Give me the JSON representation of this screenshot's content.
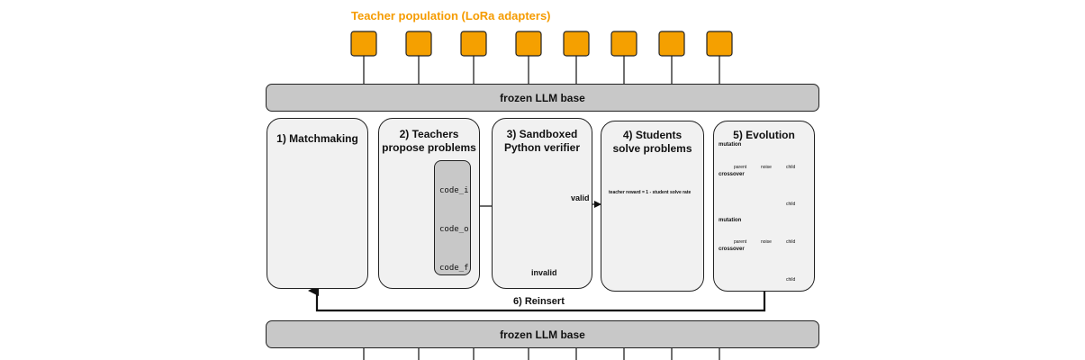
{
  "population_title": "Teacher population (LoRa adapters)",
  "frozen_base_top": "frozen LLM base",
  "frozen_base_bottom": "frozen LLM base",
  "stages": {
    "matchmaking": "1) Matchmaking",
    "teachers_line1": "2) Teachers",
    "teachers_line2": "propose problems",
    "verifier_line1": "3) Sandboxed",
    "verifier_line2": "Python verifier",
    "students_line1": "4) Students",
    "students_line2": "solve problems",
    "evolution": "5) Evolution"
  },
  "code_labels": [
    "code_i",
    "code_o",
    "code_f"
  ],
  "code_icon_glyph": "</>",
  "terminal_glyph": ">_",
  "valid_label": "valid",
  "invalid_label": "invalid",
  "reward_label": "teacher reward = 1 - student solve rate",
  "evolution": {
    "mutation": "mutation",
    "crossover": "crossover",
    "parent": "parent",
    "noise": "noise",
    "child": "child"
  },
  "reinsert_label": "6) Reinsert",
  "colors": {
    "teacher": "#f5a000",
    "student": "#3d7ee0",
    "bar": "#c8c8c8",
    "stage_bg": "#f1f1f1",
    "title": "#f59b00",
    "dist_colors": [
      "#d8b100",
      "#e0a000",
      "#2aa02a",
      "#d02020"
    ]
  },
  "icons": [
    "teacher-square",
    "student-square",
    "terminal-icon",
    "code-file-icon",
    "invalid-x-icon",
    "noise-icon",
    "distribution-icon"
  ]
}
